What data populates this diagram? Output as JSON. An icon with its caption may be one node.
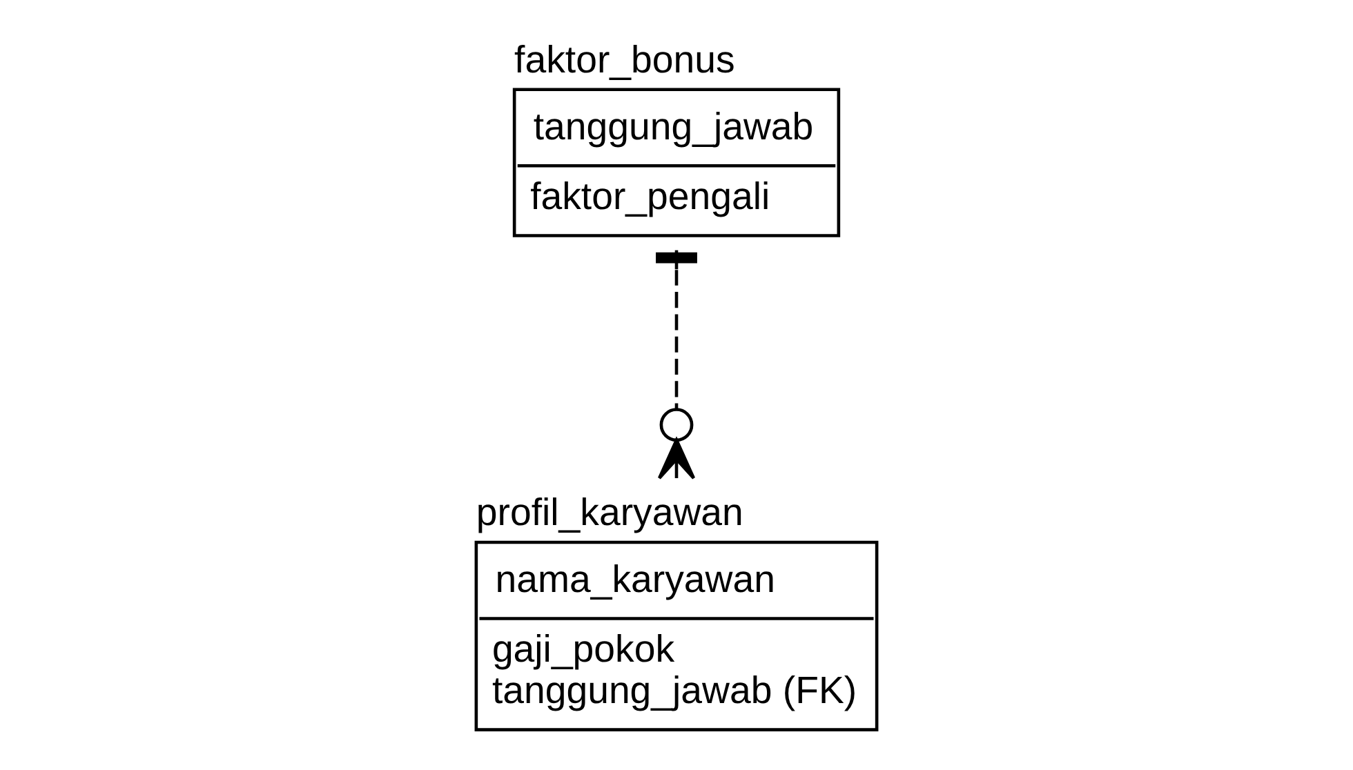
{
  "diagram": {
    "nodes": [
      {
        "text": [
          "faktor_bonus",
          "tanggung_jawab",
          "faktor_pengali"
        ]
      },
      {
        "text": [
          "profil_karyawan",
          "nama_karyawan",
          "gaji_pokok",
          "tanggung_jawab (FK)"
        ]
      }
    ],
    "edges": [
      {
        "from": 1,
        "to": 0,
        "arrow": "other",
        "style": "dashed"
      }
    ]
  }
}
